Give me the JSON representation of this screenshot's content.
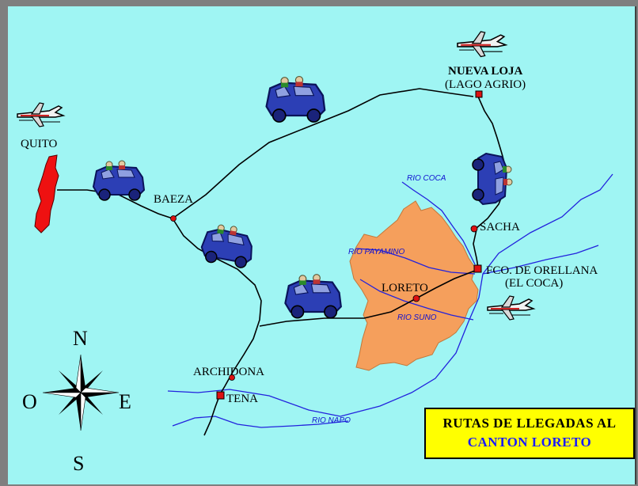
{
  "map": {
    "places": {
      "quito": "QUITO",
      "baeza": "BAEZA",
      "nueva_loja": "NUEVA LOJA",
      "nueva_loja_alt": "(LAGO AGRIO)",
      "sacha": "SACHA",
      "orellana": "FCO. DE ORELLANA",
      "orellana_alt": "(EL COCA)",
      "loreto": "LORETO",
      "archidona": "ARCHIDONA",
      "tena": "TENA"
    },
    "rivers": {
      "coca": "RIO COCA",
      "payamino": "RIO PAYAMINO",
      "suno": "RIO SUNO",
      "napo": "RIO NAPO"
    },
    "compass": {
      "north": "N",
      "south": "S",
      "east": "E",
      "west": "O"
    },
    "legend": {
      "line1": "RUTAS DE LLEGADAS AL",
      "line2": "CANTON LORETO"
    },
    "icons": [
      "airplane-icon",
      "bus-icon",
      "compass-rose-icon",
      "town-marker-icon"
    ],
    "colors": {
      "background": "#9ff5f3",
      "canton": "#f59f5c",
      "ecuador_highlight": "#ee1111",
      "river": "#2222dd",
      "road": "#000000",
      "legend_bg": "#ffff00",
      "vehicle": "#2c3fb5"
    }
  }
}
